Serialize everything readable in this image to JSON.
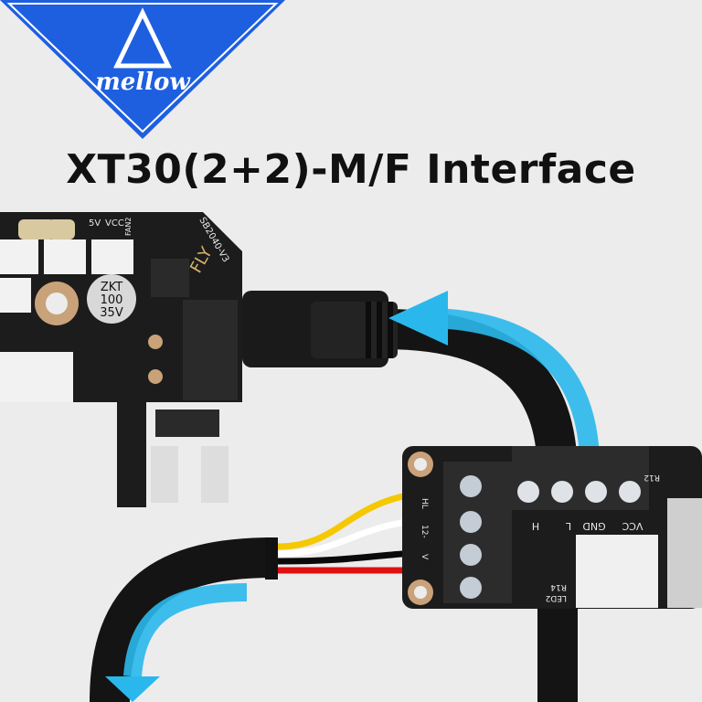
{
  "logo": {
    "text": "mellow",
    "color": "#1e5fe0"
  },
  "title": "XT30(2+2)-M/F Interface",
  "left_board": {
    "name": "SB2040-V3",
    "brand": "FLY",
    "header_labels": [
      "5V",
      "VCC",
      "FAN2"
    ],
    "capacitor": [
      "ZKT",
      "100",
      "35V"
    ]
  },
  "right_board": {
    "side_labels": [
      "HL",
      "12-",
      "V"
    ],
    "terminal_labels": [
      "H",
      "L",
      "GND",
      "VCC"
    ],
    "component_labels": [
      "R12",
      "R14",
      "LED2"
    ]
  },
  "colors": {
    "arrow": "#2ab8ec",
    "board": "#1c1c1c",
    "wire_yellow": "#f5c800",
    "wire_red": "#e01010",
    "wire_black": "#0a0a0a",
    "wire_white": "#ffffff"
  }
}
